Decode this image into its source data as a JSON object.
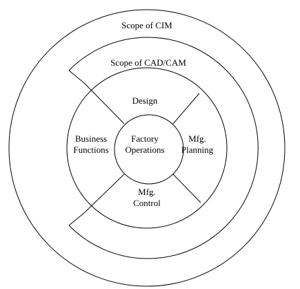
{
  "labels": {
    "cim": "Scope of CIM",
    "cadcam": "Scope of CAD/CAM",
    "design": "Design",
    "business_line1": "Business",
    "business_line2": "Functions",
    "factory_line1": "Factory",
    "factory_line2": "Operations",
    "planning_line1": "Mfg.",
    "planning_line2": "Planning",
    "control_line1": "Mfg.",
    "control_line2": "Control"
  },
  "colors": {
    "line": "#000000",
    "background": "#ffffff"
  }
}
